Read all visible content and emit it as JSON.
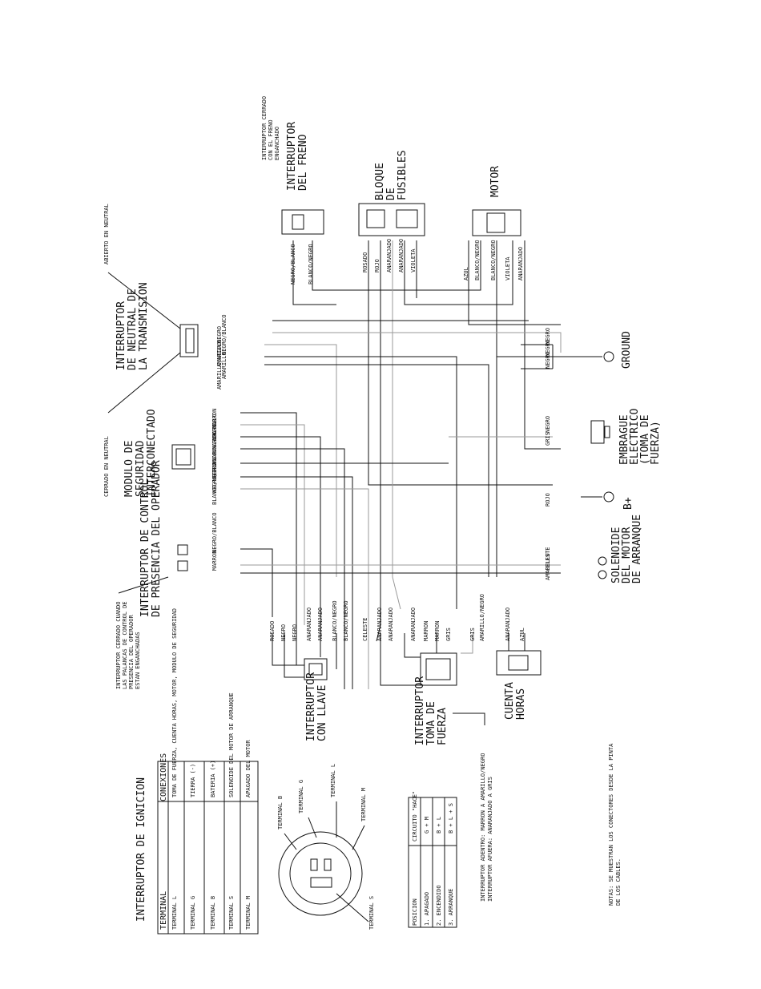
{
  "labels": {
    "interruptor_del_freno": [
      "INTERRUPTOR",
      "DEL FRENO"
    ],
    "interruptor_del_freno_note": [
      "INTERRUPTOR CERRADO",
      "CON EL FRENO",
      "ENGANCHADO"
    ],
    "bloque_fusibles": [
      "BLOQUE",
      "DE",
      "FUSIBLES"
    ],
    "motor": "MOTOR",
    "abierto_en_neutral": "ABIERTO EN NEUTRAL",
    "cerrado_en_neutral": "CERRADO EN NEUTRAL",
    "interruptor_neutral": [
      "INTERRUPTOR",
      "DE NEUTRAL DE",
      "LA TRANSMISION"
    ],
    "modulo_seguridad": [
      "MODULO DE",
      "SEGURIDAD",
      "INTERCONECTADO"
    ],
    "interruptor_presencia": [
      "INTERRUPTOR DE CONTROL",
      "DE PRESENCIA DEL OPERADOR"
    ],
    "interruptor_presencia_note": [
      "INTERRUPTOR CERRADO CUANDO",
      "LAS PALANCAS DE CONTROL DE",
      "PRESENCIA DEL OPERADOR",
      "ESTAN ENGANCHADAS"
    ],
    "ground": "GROUND",
    "embrague": [
      "EMBRAGUE",
      "ELECTRICO",
      "(TOMA DE",
      "FUERZA)"
    ],
    "b_plus": "B+",
    "solenoide": [
      "SOLENOIDE",
      "DEL MOTOR",
      "DE ARRANQUE"
    ],
    "interruptor_llave": [
      "INTERRUPTOR",
      "CON LLAVE"
    ],
    "interruptor_toma": [
      "INTERRUPTOR",
      "TOMA DE",
      "FUERZA"
    ],
    "cuenta_horas": [
      "CUENTA",
      "HORAS"
    ],
    "pto_note": [
      "INTERRUPTOR ADENTRO: MARRON A AMARILLO/NEGRO",
      "INTERRUPTOR AFUERA: ANARANJADO A GRIS"
    ],
    "notas": [
      "NOTAS: SE MUESTRAN LOS CONECTORES DESDE LA PINTA",
      "DE LOS CABLES."
    ],
    "terminals": [
      "TERMINAL B",
      "TERMINAL G",
      "TERMINAL L",
      "TERMINAL M",
      "TERMINAL S"
    ]
  },
  "wires": {
    "freno": [
      "NEGRO/BLANCO",
      "BLANCO/NEGRO"
    ],
    "fusibles": [
      "ROSADO",
      "ROJO",
      "ANARANJADO",
      "ANARANJADO",
      "VIOLETA"
    ],
    "motor": [
      "AZUL",
      "BLANCO/NEGRO",
      "BLANCO/NEGRO",
      "VIOLETA",
      "ANARANJADO"
    ],
    "neutral": [
      "NEGRO",
      "NEGRO/BLANCO",
      "AMARILLO",
      "AMARILLO",
      "AMARILLO/NEGRO"
    ],
    "ground": [
      "NEGRO",
      "NEGRO",
      "NEGRO"
    ],
    "modulo": [
      "MARRON",
      "AMARILLO",
      "ANARANJADO",
      "ANARANJADO",
      "NEGRO",
      "NEGRO/BLANCO",
      "BLANCO/NEGRO"
    ],
    "embrague": [
      "NEGRO",
      "GRIS"
    ],
    "b_plus": "ROJO",
    "presencia": [
      "NEGRO/BLANCO",
      "MARRON"
    ],
    "solenoide": [
      "CELESTE",
      "AMARILLO"
    ],
    "llave": [
      "ROSADO",
      "NEGRO",
      "NEGRO",
      "ANARANJADO",
      "ANARANJADO",
      "BLANCO/NEGRO",
      "BLANCO/NEGRO",
      "CELESTE"
    ],
    "toma": [
      "ANARANJADO",
      "ANARANJADO",
      "ANARANJADO",
      "MARRON",
      "MARRON",
      "GRIS",
      "GRIS",
      "AMARILLO/NEGRO"
    ],
    "horas": [
      "ANARANJADO",
      "AZUL"
    ]
  },
  "ignition_table": {
    "title": "INTERRUPTOR DE IGNICION",
    "headers": [
      "TERMINAL",
      "CONEXIONES"
    ],
    "rows": [
      [
        "TERMINAL L",
        "TOMA DE FUERZA, CUENTA HORAS, MOTOR, MODULO DE SEGURIDAD"
      ],
      [
        "TERMINAL G",
        "TIERRA (-)"
      ],
      [
        "TERMINAL B",
        "BATERIA (+)"
      ],
      [
        "TERMINAL S",
        "SOLENOIDE DEL MOTOR DE ARRANQUE"
      ],
      [
        "TERMINAL M",
        "APAGADO DEL MOTOR"
      ]
    ]
  },
  "position_table": {
    "headers": [
      "POSICION",
      "CIRCUITO \"HACE\""
    ],
    "rows": [
      [
        "1. APAGADO",
        "G + M"
      ],
      [
        "2. ENCENDIDO",
        "B + L"
      ],
      [
        "3. ARRANQUE",
        "B + L + S"
      ]
    ]
  }
}
